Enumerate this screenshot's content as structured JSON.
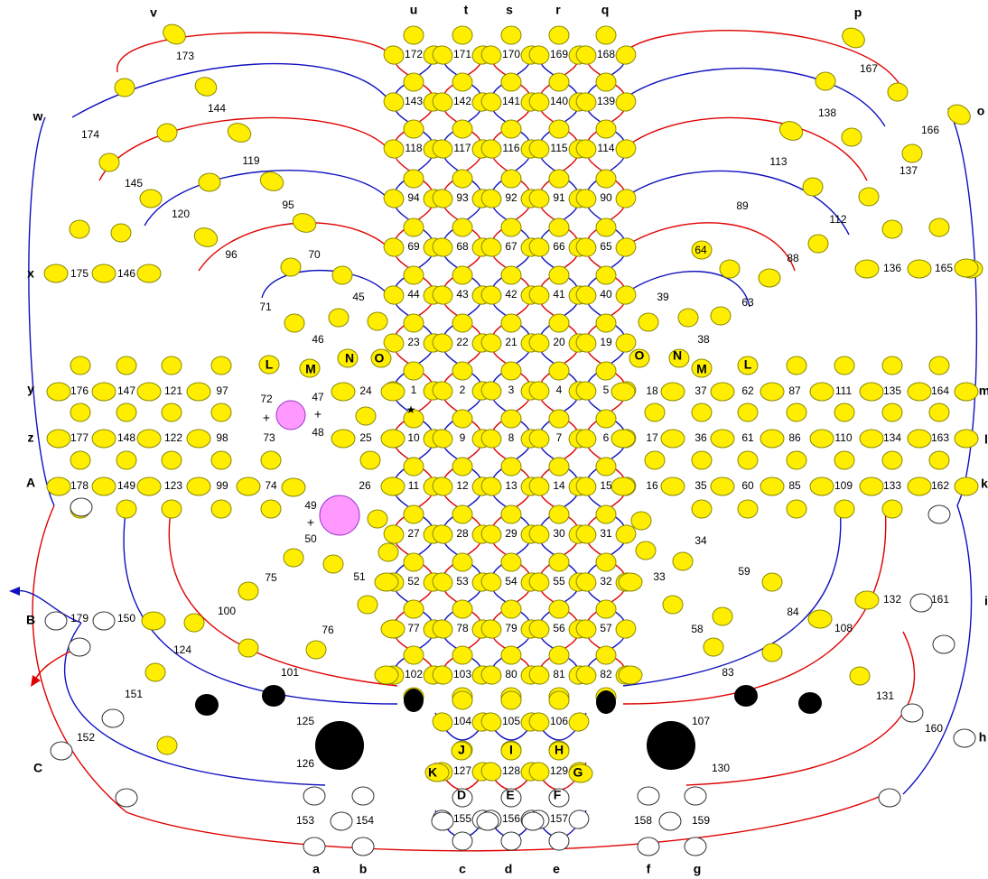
{
  "colors": {
    "node_fill": "#ffee00",
    "node_stroke": "#8a8a00",
    "empty_node_fill": "#ffffff",
    "dark_node_fill": "#000000",
    "merged_node_fill": "#ff99ff",
    "red_wire": "#e00000",
    "blue_wire": "#1010c0",
    "arrow_blue": "#1010c0",
    "arrow_red": "#e00000"
  },
  "icons": {
    "star": "★"
  },
  "plus_sign": "+",
  "row_labels_left": [
    "w",
    "x",
    "y",
    "z",
    "A",
    "B",
    "C"
  ],
  "row_labels_right": [
    "o",
    "m",
    "l",
    "k",
    "i",
    "h"
  ],
  "column_labels_top": [
    "v",
    "u",
    "t",
    "s",
    "r",
    "q",
    "p"
  ],
  "column_labels_bottom": [
    "a",
    "b",
    "c",
    "d",
    "e",
    "f",
    "g"
  ],
  "inner_letters": [
    "L",
    "M",
    "N",
    "O",
    "O",
    "N",
    "M",
    "L",
    "J",
    "I",
    "H",
    "K",
    "G",
    "D",
    "E",
    "F"
  ],
  "center_grid_rows": [
    [
      "172",
      "171",
      "170",
      "169",
      "168"
    ],
    [
      "143",
      "142",
      "141",
      "140",
      "139"
    ],
    [
      "118",
      "117",
      "116",
      "115",
      "114"
    ],
    [
      "94",
      "93",
      "92",
      "91",
      "90"
    ],
    [
      "69",
      "68",
      "67",
      "66",
      "65"
    ],
    [
      "44",
      "43",
      "42",
      "41",
      "40"
    ],
    [
      "23",
      "22",
      "21",
      "20",
      "19"
    ],
    [
      "1",
      "2",
      "3",
      "4",
      "5"
    ],
    [
      "10",
      "9",
      "8",
      "7",
      "6"
    ],
    [
      "11",
      "12",
      "13",
      "14",
      "15"
    ],
    [
      "27",
      "28",
      "29",
      "30",
      "31"
    ],
    [
      "52",
      "53",
      "54",
      "55",
      "32"
    ],
    [
      "77",
      "78",
      "79",
      "56",
      "57"
    ],
    [
      "102",
      "103",
      "80",
      "81",
      "82"
    ],
    [
      "104",
      "105",
      "106"
    ],
    [
      "127",
      "128",
      "129"
    ],
    [
      "155",
      "156",
      "157"
    ]
  ],
  "left_labels": [
    "173",
    "174",
    "144",
    "145",
    "119",
    "120",
    "95",
    "96",
    "70",
    "71",
    "45",
    "46",
    "175",
    "146",
    "176",
    "147",
    "121",
    "97",
    "177",
    "148",
    "122",
    "98",
    "178",
    "149",
    "123",
    "99",
    "74",
    "26",
    "24",
    "25",
    "47",
    "48",
    "72",
    "73",
    "49",
    "50",
    "75",
    "51",
    "76",
    "100",
    "101",
    "124",
    "125",
    "126",
    "150",
    "151",
    "152",
    "153",
    "154",
    "179"
  ],
  "right_labels": [
    "167",
    "166",
    "138",
    "137",
    "113",
    "112",
    "89",
    "88",
    "64",
    "63",
    "39",
    "38",
    "136",
    "165",
    "18",
    "37",
    "62",
    "87",
    "111",
    "135",
    "164",
    "17",
    "36",
    "61",
    "86",
    "110",
    "134",
    "163",
    "16",
    "35",
    "60",
    "85",
    "109",
    "133",
    "162",
    "34",
    "33",
    "59",
    "58",
    "84",
    "108",
    "83",
    "107",
    "130",
    "131",
    "132",
    "161",
    "160",
    "158",
    "159"
  ]
}
